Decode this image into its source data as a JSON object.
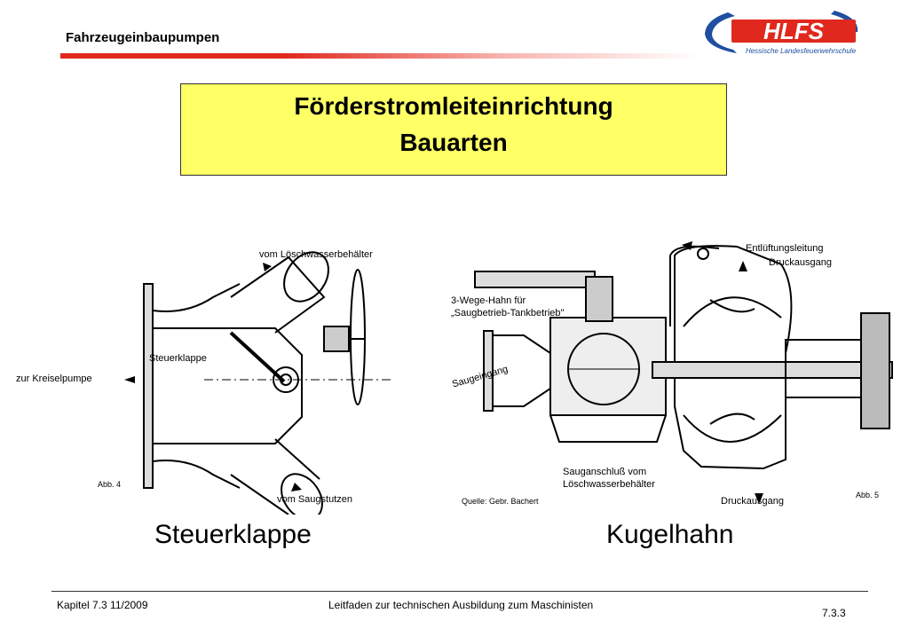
{
  "header": {
    "title": "Fahrzeugeinbaupumpen"
  },
  "logo": {
    "text": "HLFS",
    "subtitle": "Hessische Landesfeuerwehrschule"
  },
  "title_box": {
    "line1": "Förderstromleiteinrichtung",
    "line2": "Bauarten"
  },
  "figure_left": {
    "labels": {
      "top": "vom Löschwasserbehälter",
      "left": "zur Kreiselpumpe",
      "inner": "Steuerklappe",
      "bottom": "vom Saugstutzen"
    },
    "abb": "Abb. 4",
    "caption": "Steuerklappe"
  },
  "figure_right": {
    "labels": {
      "vent": "Entlüftungsleitung",
      "outlet_top": "Druckausgang",
      "valve_line1": "3-Wege-Hahn für",
      "valve_line2": "„Saugbetrieb-Tankbetrieb\"",
      "intake": "Saugeingang",
      "suction_line1": "Sauganschluß vom",
      "suction_line2": "Löschwasserbehälter",
      "outlet_bottom": "Druckausgang",
      "source": "Quelle:  Gebr. Bachert"
    },
    "abb": "Abb. 5",
    "caption": "Kugelhahn"
  },
  "footer": {
    "chapter": "Kapitel  7.3   11/2009",
    "center": "Leitfaden zur technischen Ausbildung zum Maschinisten",
    "page": "7.3.3"
  },
  "colors": {
    "accent_red": "#e0281e",
    "logo_blue": "#1f4fa0",
    "title_bg": "#ffff66"
  }
}
